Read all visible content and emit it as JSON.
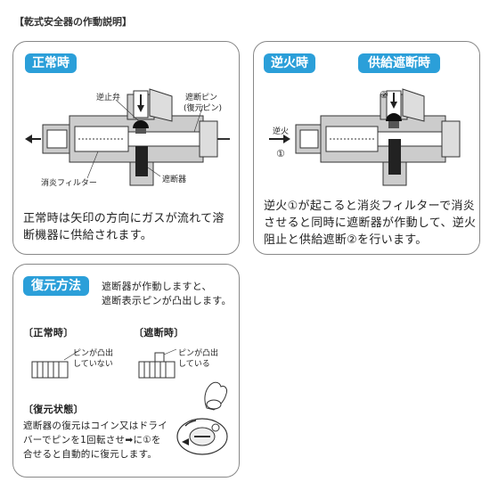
{
  "header": {
    "title": "【乾式安全器の作動説明】"
  },
  "panel_normal": {
    "badge": "正常時",
    "labels": {
      "check_valve": "逆止弁",
      "shutoff_pin": "遮断ピン",
      "restore_pin": "(復元ピン)",
      "flame_filter": "消炎フィルター",
      "shutoff_device": "遮断器"
    },
    "desc_line1": "正常時は矢印の方向にガスが流れて溶",
    "desc_line2": "断機器に供給されます。"
  },
  "panel_backfire": {
    "badge_backfire": "逆火時",
    "badge_cutoff": "供給遮断時",
    "labels": {
      "marker_2": "②",
      "backfire": "逆火",
      "marker_1": "①"
    },
    "desc_line1": "逆火①が起こると消炎フィルターで消炎",
    "desc_line2": "させると同時に遮断器が作動して、逆火",
    "desc_line3": "阻止と供給遮断②を行います。"
  },
  "panel_restore": {
    "badge": "復元方法",
    "intro_line1": "遮断器が作動しますと、",
    "intro_line2": "遮断表示ピンが凸出します。",
    "normal_title": "〔正常時〕",
    "normal_note_line1": "ピンが凸出",
    "normal_note_line2": "していない",
    "shutoff_title": "〔遮断時〕",
    "shutoff_note_line1": "ピンが凸出",
    "shutoff_note_line2": "している",
    "restore_title": "〔復元状態〕",
    "restore_line1": "遮断器の復元はコイン又はドライ",
    "restore_line2": "バーでピンを1回転させ➡に①を",
    "restore_line3": "合せると自動的に復元します。"
  },
  "colors": {
    "badge": "#2b9fd9",
    "border": "#888888",
    "shade": "#c8c8c8"
  }
}
